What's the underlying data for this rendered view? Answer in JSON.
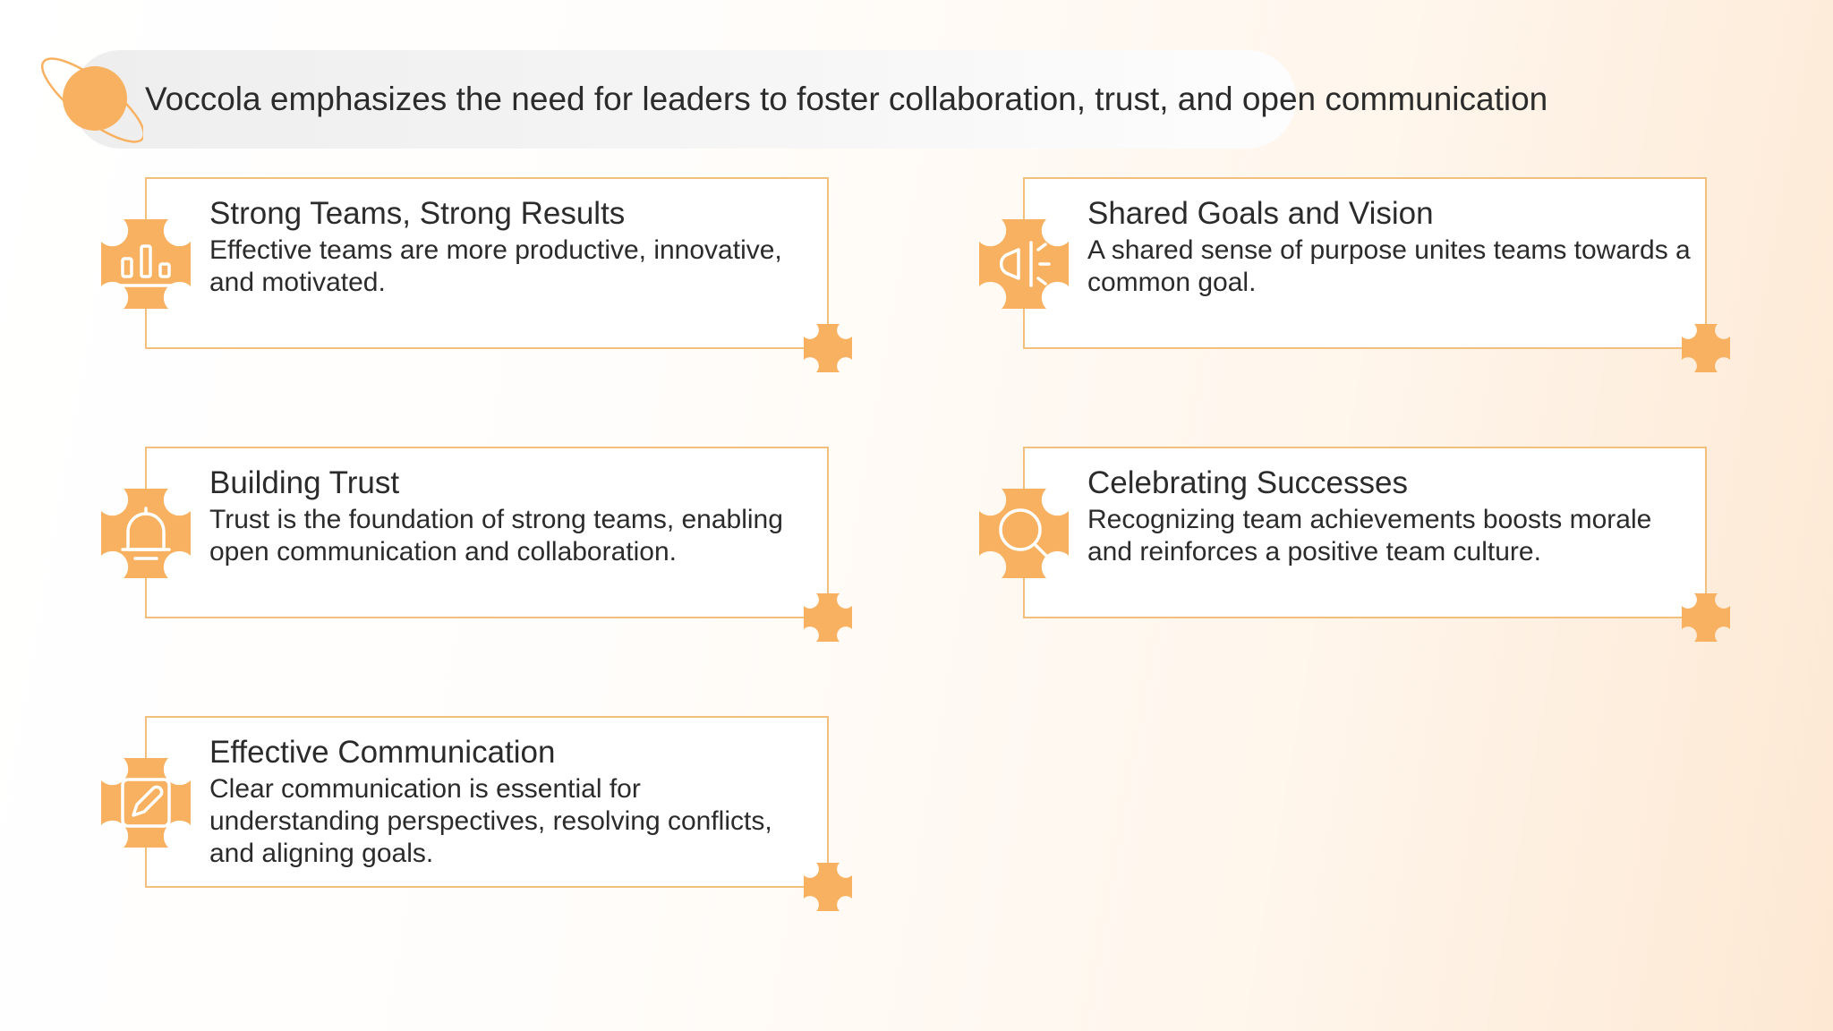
{
  "header": {
    "title": "Voccola emphasizes the need for leaders to foster collaboration, trust, and open communication"
  },
  "colors": {
    "accent": "#f8b160",
    "border": "#f3bf7c",
    "text": "#2b2b2b"
  },
  "cards": [
    {
      "title": "Strong Teams, Strong Results",
      "description": "Effective teams are more productive, innovative, and motivated.",
      "icon": "bar-chart-icon"
    },
    {
      "title": "Shared Goals and Vision",
      "description": "A shared sense of purpose unites teams towards a common goal.",
      "icon": "megaphone-icon"
    },
    {
      "title": "Building Trust",
      "description": "Trust is the foundation of strong teams, enabling open communication and collaboration.",
      "icon": "bell-icon"
    },
    {
      "title": "Celebrating Successes",
      "description": "Recognizing team achievements boosts morale and reinforces a positive team culture.",
      "icon": "search-icon"
    },
    {
      "title": "Effective Communication",
      "description": "Clear communication is essential for understanding perspectives, resolving conflicts, and aligning goals.",
      "icon": "edit-icon"
    }
  ]
}
